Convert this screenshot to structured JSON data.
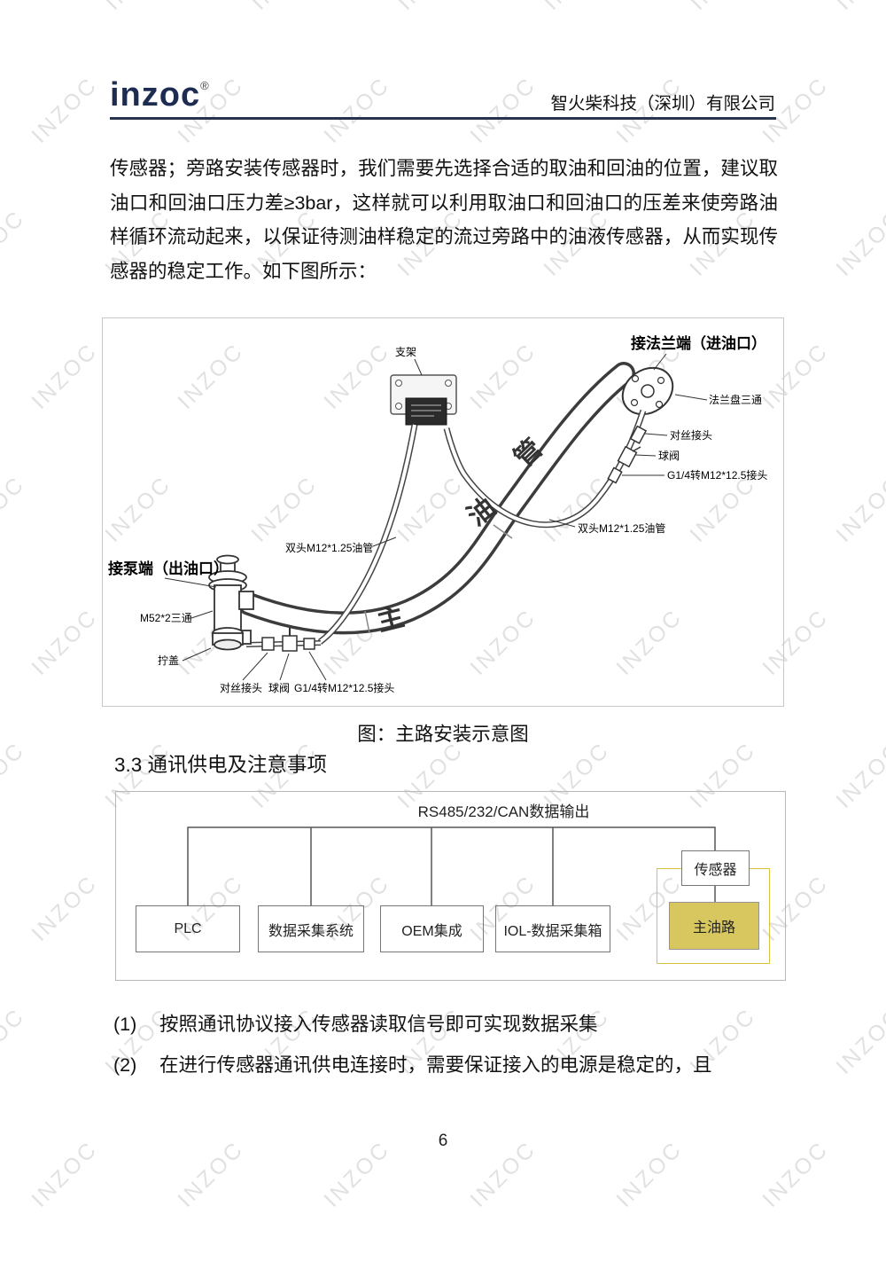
{
  "watermark": {
    "text": "INZOC"
  },
  "header": {
    "logo_text": "inzoc",
    "logo_reg": "®",
    "company_name": "智火柴科技（深圳）有限公司"
  },
  "intro_paragraph": "传感器；旁路安装传感器时，我们需要先选择合适的取油和回油的位置，建议取油口和回油口压力差≥3bar，这样就可以利用取油口和回油口的压差来使旁路油样循环流动起来，以保证待测油样稳定的流过旁路中的油液传感器，从而实现传感器的稳定工作。如下图所示：",
  "figure_install": {
    "labels": {
      "bracket": "支架",
      "flange_end": "接法兰端（进油口）",
      "flange_tee": "法兰盘三通",
      "butt_joint_right": "对丝接头",
      "ball_valve_right": "球阀",
      "adapter_right": "G1/4转M12*12.5接头",
      "hose_right": "双头M12*1.25油管",
      "hose_left": "双头M12*1.25油管",
      "pump_end": "接泵端（出油口）",
      "tee_m52": "M52*2三通",
      "cap": "拧盖",
      "butt_joint_left": "对丝接头",
      "ball_valve_left": "球阀",
      "adapter_left": "G1/4转M12*12.5接头",
      "main_pipe_char_1": "主",
      "main_pipe_char_2": "油",
      "main_pipe_char_3": "管"
    },
    "caption": "图：主路安装示意图"
  },
  "section_heading": "3.3 通讯供电及注意事项",
  "figure_comm": {
    "bus_label": "RS485/232/CAN数据输出",
    "nodes": [
      "PLC",
      "数据采集系统",
      "OEM集成",
      "IOL-数据采集箱"
    ],
    "sensor_label": "传感器",
    "main_circuit_label": "主油路",
    "highlight_color": "#d8c75e"
  },
  "notes": [
    {
      "num": "(1)",
      "text": "按照通讯协议接入传感器读取信号即可实现数据采集"
    },
    {
      "num": "(2)",
      "text": "在进行传感器通讯供电连接时，需要保证接入的电源是稳定的，且"
    }
  ],
  "page_number": "6"
}
